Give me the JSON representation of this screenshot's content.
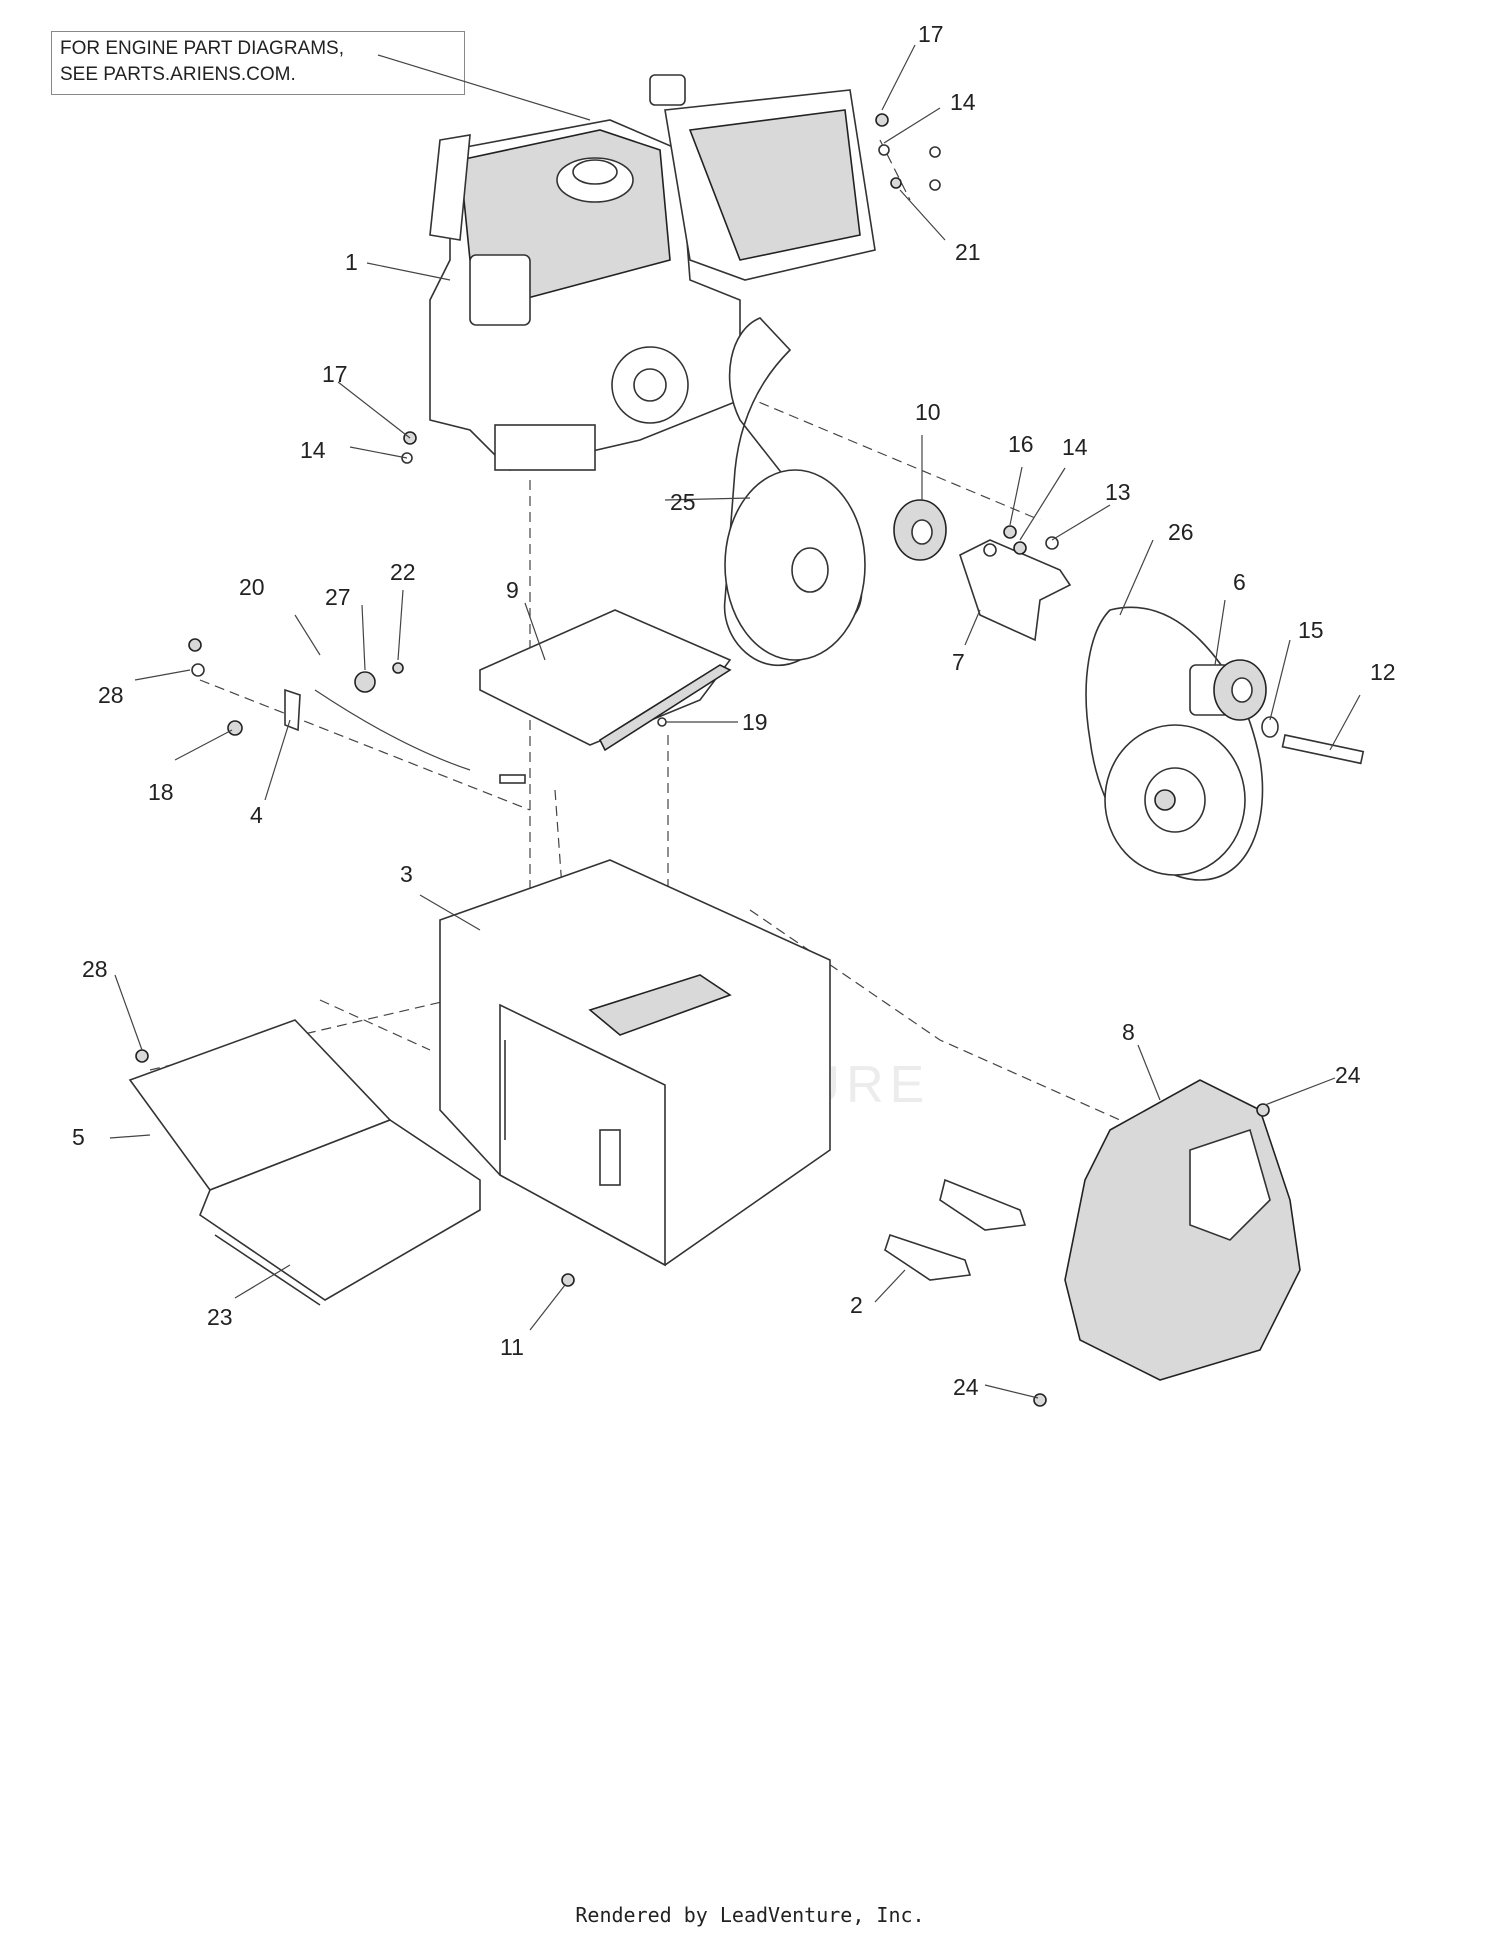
{
  "note": {
    "line1": "FOR ENGINE PART DIAGRAMS,",
    "line2": "SEE PARTS.ARIENS.COM."
  },
  "watermark": "LEADVENTURE",
  "footer": "Rendered by LeadVenture, Inc.",
  "callouts": {
    "c1": "1",
    "c2": "2",
    "c3": "3",
    "c4": "4",
    "c5": "5",
    "c6": "6",
    "c7": "7",
    "c8": "8",
    "c9": "9",
    "c10": "10",
    "c11": "11",
    "c12": "12",
    "c13": "13",
    "c14a": "14",
    "c14b": "14",
    "c14c": "14",
    "c15": "15",
    "c16": "16",
    "c17a": "17",
    "c17b": "17",
    "c18": "18",
    "c19": "19",
    "c20": "20",
    "c21": "21",
    "c22": "22",
    "c23": "23",
    "c24a": "24",
    "c24b": "24",
    "c25": "25",
    "c26": "26",
    "c27": "27",
    "c28a": "28",
    "c28b": "28"
  }
}
